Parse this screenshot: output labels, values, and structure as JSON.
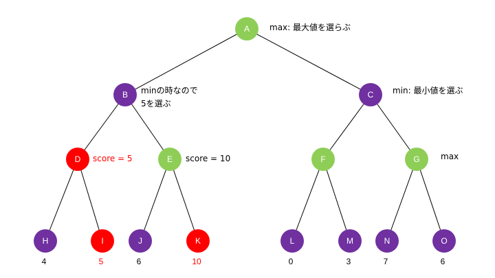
{
  "colors": {
    "max_node": "#8ece57",
    "min_node": "#7030a0",
    "selected": "#ff0000",
    "edge": "#000000",
    "text": "#000000"
  },
  "nodes": [
    {
      "id": "A",
      "label": "A",
      "role": "max"
    },
    {
      "id": "B",
      "label": "B",
      "role": "min"
    },
    {
      "id": "C",
      "label": "C",
      "role": "min"
    },
    {
      "id": "D",
      "label": "D",
      "role": "selected"
    },
    {
      "id": "E",
      "label": "E",
      "role": "max"
    },
    {
      "id": "F",
      "label": "F",
      "role": "max"
    },
    {
      "id": "G",
      "label": "G",
      "role": "max"
    },
    {
      "id": "H",
      "label": "H",
      "role": "min"
    },
    {
      "id": "I",
      "label": "I",
      "role": "selected"
    },
    {
      "id": "J",
      "label": "J",
      "role": "min"
    },
    {
      "id": "K",
      "label": "K",
      "role": "selected"
    },
    {
      "id": "L",
      "label": "L",
      "role": "min"
    },
    {
      "id": "M",
      "label": "M",
      "role": "min"
    },
    {
      "id": "N",
      "label": "N",
      "role": "min"
    },
    {
      "id": "O",
      "label": "O",
      "role": "min"
    }
  ],
  "edges": [
    [
      "A",
      "B"
    ],
    [
      "A",
      "C"
    ],
    [
      "B",
      "D"
    ],
    [
      "B",
      "E"
    ],
    [
      "C",
      "F"
    ],
    [
      "C",
      "G"
    ],
    [
      "D",
      "H"
    ],
    [
      "D",
      "I"
    ],
    [
      "E",
      "J"
    ],
    [
      "E",
      "K"
    ],
    [
      "F",
      "L"
    ],
    [
      "F",
      "M"
    ],
    [
      "G",
      "N"
    ],
    [
      "G",
      "O"
    ]
  ],
  "annotations": {
    "A": "max: 最大値を選らぶ",
    "B_line1": "minの時なので",
    "B_line2": "5を選ぶ",
    "C": "min: 最小値を選ぶ",
    "D": "score = 5",
    "E": "score = 10",
    "G": "max"
  },
  "leaf_values": [
    {
      "node": "H",
      "value": "4",
      "highlight": false
    },
    {
      "node": "I",
      "value": "5",
      "highlight": true
    },
    {
      "node": "J",
      "value": "6",
      "highlight": false
    },
    {
      "node": "K",
      "value": "10",
      "highlight": true
    },
    {
      "node": "L",
      "value": "0",
      "highlight": false
    },
    {
      "node": "M",
      "value": "3",
      "highlight": false
    },
    {
      "node": "N",
      "value": "7",
      "highlight": false
    },
    {
      "node": "O",
      "value": "6",
      "highlight": false
    }
  ]
}
